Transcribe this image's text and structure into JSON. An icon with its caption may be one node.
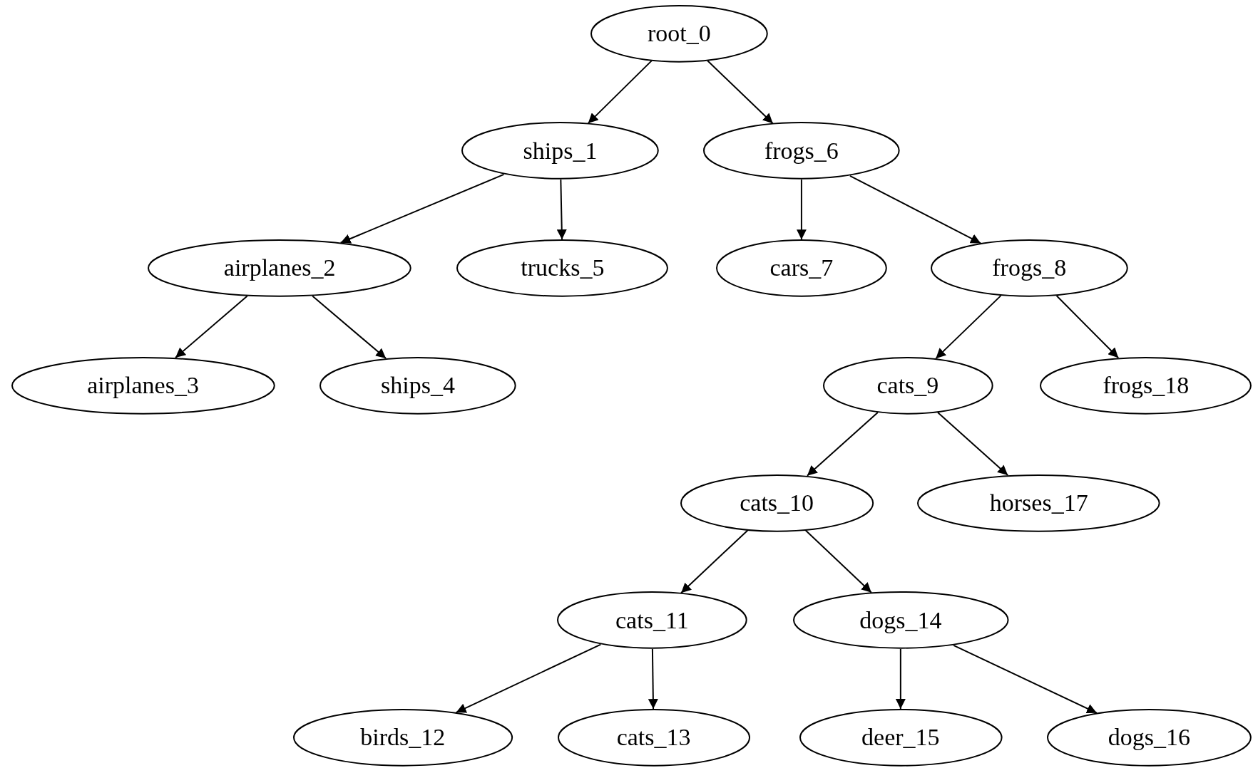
{
  "diagram": {
    "nodes": [
      {
        "text": [
          "root_0"
        ]
      },
      {
        "text": [
          "ships_1"
        ]
      },
      {
        "text": [
          "airplanes_2"
        ]
      },
      {
        "text": [
          "airplanes_3"
        ]
      },
      {
        "text": [
          "ships_4"
        ]
      },
      {
        "text": [
          "trucks_5"
        ]
      },
      {
        "text": [
          "frogs_6"
        ]
      },
      {
        "text": [
          "cars_7"
        ]
      },
      {
        "text": [
          "frogs_8"
        ]
      },
      {
        "text": [
          "cats_9"
        ]
      },
      {
        "text": [
          "cats_10"
        ]
      },
      {
        "text": [
          "cats_11"
        ]
      },
      {
        "text": [
          "birds_12"
        ]
      },
      {
        "text": [
          "cats_13"
        ]
      },
      {
        "text": [
          "dogs_14"
        ]
      },
      {
        "text": [
          "deer_15"
        ]
      },
      {
        "text": [
          "dogs_16"
        ]
      },
      {
        "text": [
          "horses_17"
        ]
      },
      {
        "text": [
          "frogs_18"
        ]
      }
    ],
    "edges": [
      {
        "from": 0,
        "to": 1,
        "arrow": "to"
      },
      {
        "from": 0,
        "to": 6,
        "arrow": "to"
      },
      {
        "from": 1,
        "to": 2,
        "arrow": "to"
      },
      {
        "from": 1,
        "to": 5,
        "arrow": "to"
      },
      {
        "from": 2,
        "to": 3,
        "arrow": "to"
      },
      {
        "from": 2,
        "to": 4,
        "arrow": "to"
      },
      {
        "from": 6,
        "to": 7,
        "arrow": "to"
      },
      {
        "from": 6,
        "to": 8,
        "arrow": "to"
      },
      {
        "from": 8,
        "to": 9,
        "arrow": "to"
      },
      {
        "from": 8,
        "to": 18,
        "arrow": "to"
      },
      {
        "from": 9,
        "to": 10,
        "arrow": "to"
      },
      {
        "from": 9,
        "to": 17,
        "arrow": "to"
      },
      {
        "from": 10,
        "to": 11,
        "arrow": "to"
      },
      {
        "from": 10,
        "to": 14,
        "arrow": "to"
      },
      {
        "from": 11,
        "to": 12,
        "arrow": "to"
      },
      {
        "from": 11,
        "to": 13,
        "arrow": "to"
      },
      {
        "from": 14,
        "to": 15,
        "arrow": "to"
      },
      {
        "from": 14,
        "to": 16,
        "arrow": "to"
      }
    ]
  }
}
